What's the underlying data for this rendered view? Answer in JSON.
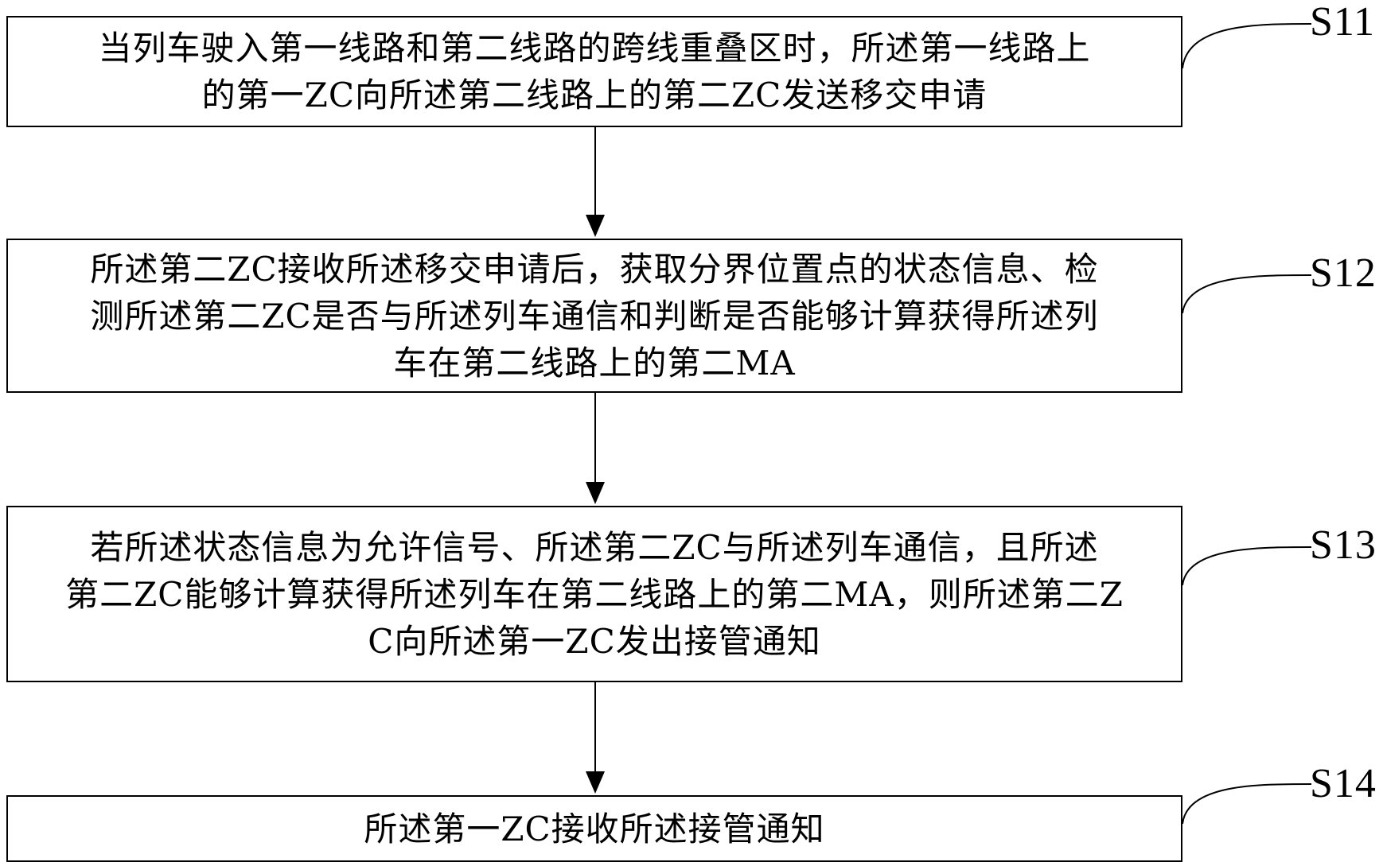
{
  "steps": [
    {
      "id": "S11",
      "label": "S11",
      "text": "当列车驶入第一线路和第二线路的跨线重叠区时，所述第一线路上\n的第一ZC向所述第二线路上的第二ZC发送移交申请"
    },
    {
      "id": "S12",
      "label": "S12",
      "text": "所述第二ZC接收所述移交申请后，获取分界位置点的状态信息、检\n测所述第二ZC是否与所述列车通信和判断是否能够计算获得所述列\n车在第二线路上的第二MA"
    },
    {
      "id": "S13",
      "label": "S13",
      "text": "若所述状态信息为允许信号、所述第二ZC与所述列车通信，且所述\n第二ZC能够计算获得所述列车在第二线路上的第二MA，则所述第二Z\nC向所述第一ZC发出接管通知"
    },
    {
      "id": "S14",
      "label": "S14",
      "text": "所述第一ZC接收所述接管通知"
    }
  ],
  "colors": {
    "line": "#000000",
    "background": "#ffffff"
  }
}
